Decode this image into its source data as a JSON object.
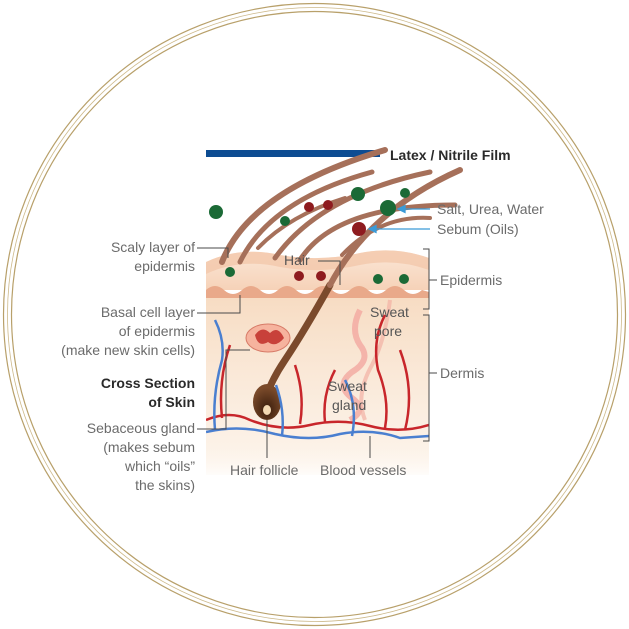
{
  "film": {
    "label": "Latex / Nitrile Film",
    "color": "#0d4c92"
  },
  "particles": {
    "salt_label": "Salt, Urea, Water",
    "sebum_label": "Sebum (Oils)",
    "salt_color": "#1b6a36",
    "sebum_color": "#8e1b1f",
    "arrow_color": "#3a9bd8"
  },
  "left_labels": {
    "scaly": [
      "Scaly layer of",
      "epidermis"
    ],
    "basal": [
      "Basal cell layer",
      "of epidermis",
      "(make new skin cells)"
    ],
    "cross": [
      "Cross Section",
      "of Skin"
    ],
    "sebaceous": [
      "Sebaceous gland",
      "(makes sebum",
      "which “oils”",
      "the skins)"
    ]
  },
  "inner_labels": {
    "hair": "Hair",
    "sweat_pore": [
      "Sweat",
      "pore"
    ],
    "sweat_gland": [
      "Sweat",
      "gland"
    ]
  },
  "right_labels": {
    "epidermis": "Epidermis",
    "dermis": "Dermis"
  },
  "bottom_labels": {
    "hair_follicle": "Hair follicle",
    "blood_vessels": "Blood vessels"
  },
  "frame": {
    "ring_color": "#b8a06a"
  }
}
